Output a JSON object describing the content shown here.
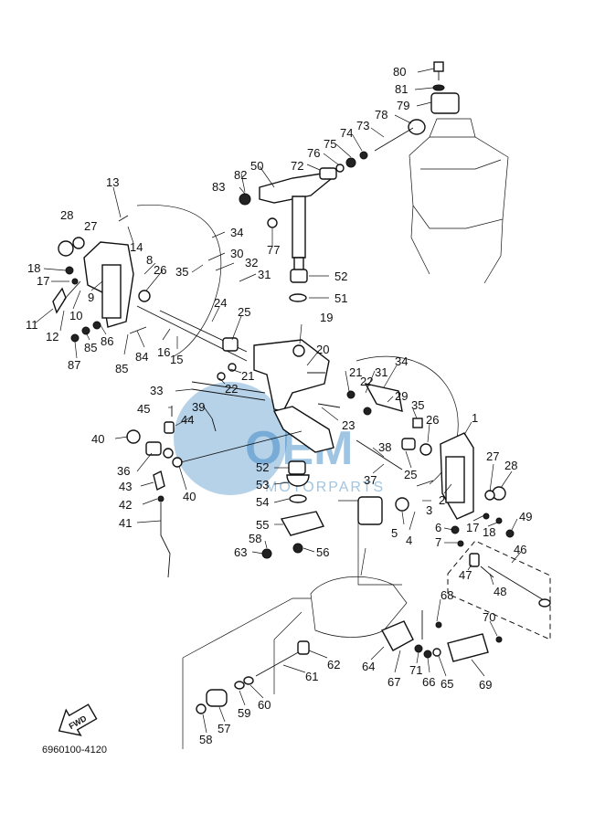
{
  "diagram_code": "6960100-4120",
  "fwd_label": "FWD",
  "watermark": {
    "title": "OEM",
    "subtitle": "MOTORPARTS",
    "color": "#2f7fc1"
  },
  "labels": {
    "p80": "80",
    "p81": "81",
    "p79": "79",
    "p78": "78",
    "p73": "73",
    "p74": "74",
    "p75": "75",
    "p76": "76",
    "p72": "72",
    "p50": "50",
    "p82": "82",
    "p83": "83",
    "p77": "77",
    "p13": "13",
    "p14": "14",
    "p28a": "28",
    "p27a": "27",
    "p34a": "34",
    "p30": "30",
    "p32": "32",
    "p35a": "35",
    "p31a": "31",
    "p52a": "52",
    "p51": "51",
    "p8": "8",
    "p26a": "26",
    "p18a": "18",
    "p17a": "17",
    "p10": "10",
    "p9": "9",
    "p11": "11",
    "p12": "12",
    "p85a": "85",
    "p86": "86",
    "p87": "87",
    "p24": "24",
    "p25a": "25",
    "p16": "16",
    "p15": "15",
    "p84": "84",
    "p85b": "85",
    "p19": "19",
    "p20": "20",
    "p21a": "21",
    "p21b": "21",
    "p22a": "22",
    "p22b": "22",
    "p31b": "31",
    "p34b": "34",
    "p33": "33",
    "p45": "45",
    "p39": "39",
    "p44": "44",
    "p40a": "40",
    "p36": "36",
    "p43": "43",
    "p42": "42",
    "p41": "41",
    "p40b": "40",
    "p29": "29",
    "p35b": "35",
    "p26b": "26",
    "p23": "23",
    "p1": "1",
    "p38": "38",
    "p25b": "25",
    "p37": "37",
    "p27b": "27",
    "p28b": "28",
    "p52b": "52",
    "p53": "53",
    "p54": "54",
    "p55": "55",
    "p58a": "58",
    "p63": "63",
    "p56": "56",
    "p2": "2",
    "p3": "3",
    "p4": "4",
    "p5": "5",
    "p6": "6",
    "p7": "7",
    "p17b": "17",
    "p18b": "18",
    "p49": "49",
    "p46": "46",
    "p47": "47",
    "p48": "48",
    "p68": "68",
    "p70": "70",
    "p62": "62",
    "p61": "61",
    "p64": "64",
    "p67": "67",
    "p71": "71",
    "p66": "66",
    "p65": "65",
    "p69": "69",
    "p60": "60",
    "p59": "59",
    "p57": "57",
    "p58b": "58"
  }
}
